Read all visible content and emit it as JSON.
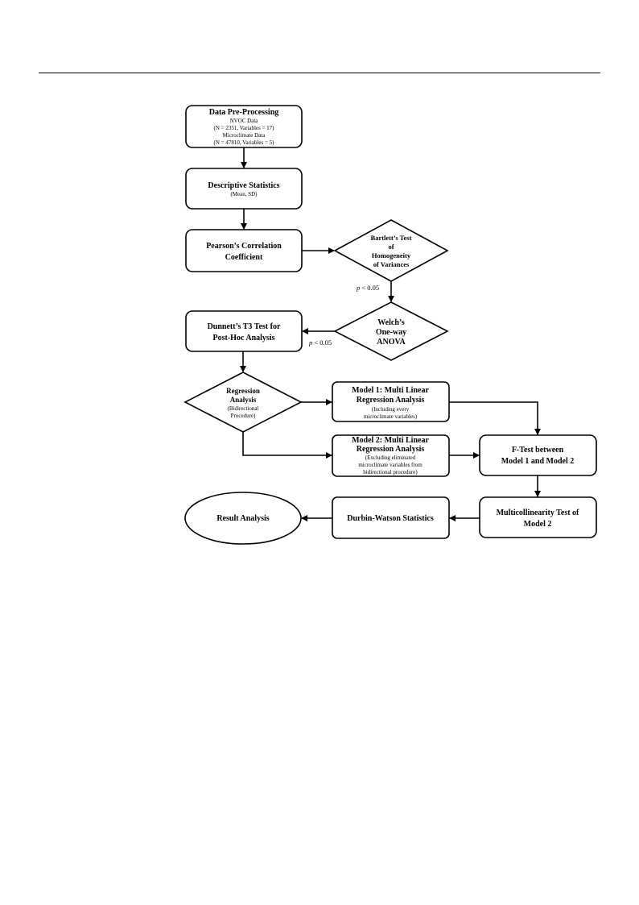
{
  "nodes": {
    "preprocessing": {
      "title": "Data Pre-Processing",
      "lines": [
        "NVOC Data",
        "(N = 2351, Variables = 17)",
        "Microclimate Data",
        "(N = 47810, Variables = 5)"
      ]
    },
    "descriptive": {
      "title": "Descriptive Statistics",
      "lines": [
        "(Mean, SD)"
      ]
    },
    "pearson": {
      "title_lines": [
        "Pearson’s Correlation",
        "Coefficient"
      ]
    },
    "bartlett": {
      "title_lines": [
        "Bartlett’s Test",
        "of",
        "Homogeneity",
        "of Variances"
      ]
    },
    "welch": {
      "title_lines": [
        "Welch’s",
        "One-way",
        "ANOVA"
      ]
    },
    "dunnett": {
      "title_lines": [
        "Dunnett’s T3 Test for",
        "Post-Hoc Analysis"
      ]
    },
    "regression": {
      "title_lines": [
        "Regression",
        "Analysis"
      ],
      "sub_lines": [
        "(Bidirectional",
        "Procedure)"
      ]
    },
    "model1": {
      "title_lines": [
        "Model 1: Multi Linear",
        "Regression Analysis"
      ],
      "sub_lines": [
        "(Including every",
        "microclimate variables)"
      ]
    },
    "model2": {
      "title_lines": [
        "Model 2: Multi Linear",
        "Regression Analysis"
      ],
      "sub_lines": [
        "(Excluding eliminated",
        "microclimate variables from",
        "bidirectional procedure)"
      ]
    },
    "ftest": {
      "title_lines": [
        "F-Test between",
        "Model 1 and Model 2"
      ]
    },
    "multicollinearity": {
      "title_lines": [
        "Multicollinearity Test of",
        "Model 2"
      ]
    },
    "durbin": {
      "title": "Durbin-Watson Statistics"
    },
    "result": {
      "title": "Result Analysis"
    }
  },
  "edge_labels": {
    "bartlett_to_welch": {
      "p": "p",
      "rest": " < 0.05"
    },
    "welch_to_dunnett": {
      "p": "p",
      "rest": " < 0.05"
    }
  }
}
